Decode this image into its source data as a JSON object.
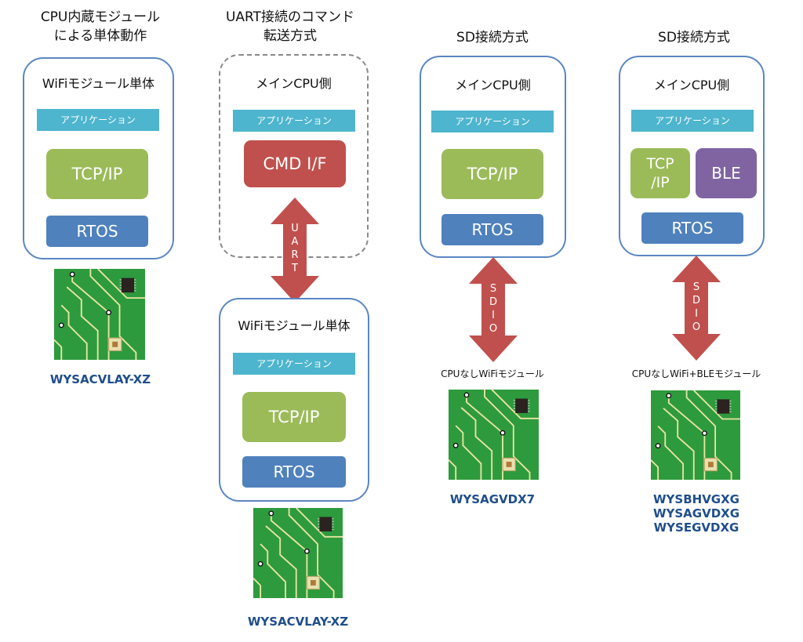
{
  "columns": [
    {
      "title_lines": [
        "CPU内蔵モジュール",
        "による単体動作"
      ],
      "frame_title": "WiFiモジュール単体",
      "app_label": "アプリケーション",
      "tcp_label": "TCP/IP",
      "rtos_label": "RTOS",
      "part_numbers": [
        "WYSACVLAY-XZ"
      ]
    },
    {
      "title_lines": [
        "UART接続のコマンド",
        "転送方式"
      ],
      "host_frame_title": "メインCPU側",
      "app_label": "アプリケーション",
      "cmd_label": "CMD I/F",
      "arrow_label": [
        "U",
        "A",
        "R",
        "T"
      ],
      "module_frame_title": "WiFiモジュール単体",
      "module_app_label": "アプリケーション",
      "tcp_label": "TCP/IP",
      "rtos_label": "RTOS",
      "part_numbers": [
        "WYSACVLAY-XZ"
      ]
    },
    {
      "title_lines": [
        "SD接続方式"
      ],
      "frame_title": "メインCPU側",
      "app_label": "アプリケーション",
      "tcp_label": "TCP/IP",
      "rtos_label": "RTOS",
      "arrow_label": [
        "S",
        "D",
        "I",
        "O"
      ],
      "module_label": "CPUなしWiFiモジュール",
      "part_numbers": [
        "WYSAGVDX7"
      ]
    },
    {
      "title_lines": [
        "SD接続方式"
      ],
      "frame_title": "メインCPU側",
      "app_label": "アプリケーション",
      "tcp_label_lines": [
        "TCP",
        "/IP"
      ],
      "ble_label": "BLE",
      "rtos_label": "RTOS",
      "arrow_label": [
        "S",
        "D",
        "I",
        "O"
      ],
      "module_label": "CPUなしWiFi+BLEモジュール",
      "part_numbers": [
        "WYSBHVGXG",
        "WYSAGVDXG",
        "WYSEGVDXG"
      ]
    }
  ],
  "colors": {
    "frame_border": "#5b86c2",
    "dashed_border": "#8a8a8a",
    "app_bar": "#4db5cd",
    "tcp": "#9bbb59",
    "rtos": "#4f81bd",
    "cmd": "#c0504d",
    "ble": "#8064a2",
    "arrow": "#c0504d",
    "pcb": "#2e9a3e",
    "part_text": "#1f4e8c"
  },
  "icons": [
    "pcb-module-icon",
    "double-arrow-icon"
  ]
}
